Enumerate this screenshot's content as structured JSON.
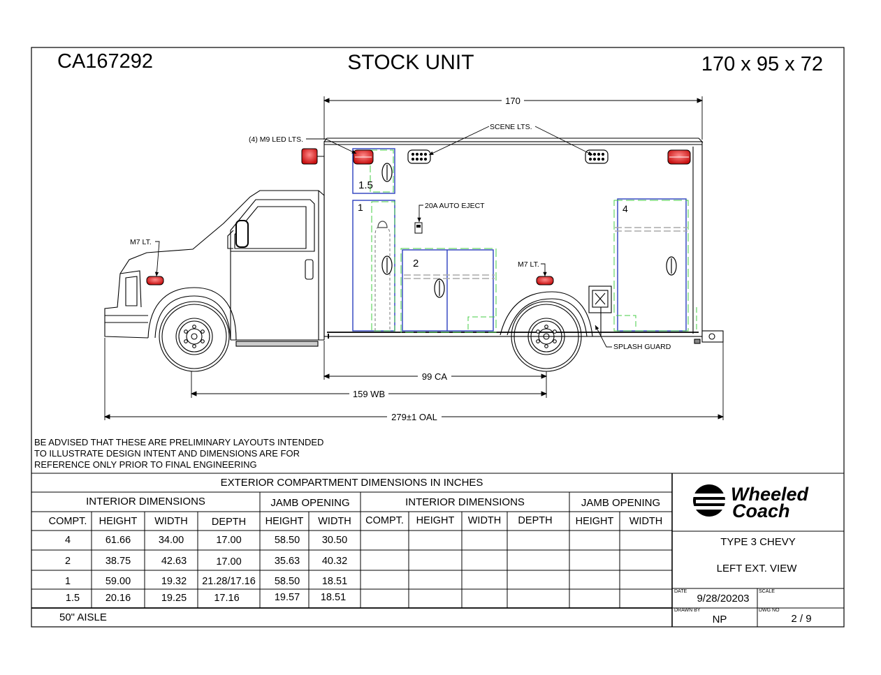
{
  "header": {
    "unit_id": "CA167292",
    "unit_type": "STOCK UNIT",
    "body_size": "170 x 95 x 72"
  },
  "dimensions": {
    "body_length": "170",
    "cab_to_axle": "99 CA",
    "wheelbase": "159 WB",
    "overall_length": "279±1 OAL"
  },
  "callouts": {
    "m9_lights": "(4) M9 LED LTS.",
    "scene_lights": "SCENE LTS.",
    "auto_eject": "20A AUTO EJECT",
    "m7_front": "M7 LT.",
    "m7_rear": "M7 LT.",
    "splash_guard": "SPLASH GUARD"
  },
  "compartment_labels": [
    "1.5",
    "1",
    "2",
    "4"
  ],
  "disclaimer": [
    "BE ADVISED THAT THESE ARE PRELIMINARY LAYOUTS INTENDED",
    "TO ILLUSTRATE DESIGN INTENT AND DIMENSIONS  ARE FOR",
    "REFERENCE ONLY PRIOR TO FINAL ENGINEERING"
  ],
  "table": {
    "title": "EXTERIOR COMPARTMENT DIMENSIONS IN INCHES",
    "group_headers": [
      "INTERIOR DIMENSIONS",
      "JAMB OPENING",
      "INTERIOR DIMENSIONS",
      "JAMB OPENING"
    ],
    "left_columns": [
      "COMPT.",
      "HEIGHT",
      "WIDTH",
      "DEPTH",
      "HEIGHT",
      "WIDTH"
    ],
    "right_columns": [
      "COMPT.",
      "HEIGHT",
      "WIDTH",
      "DEPTH",
      "HEIGHT",
      "WIDTH"
    ],
    "rows": [
      [
        "4",
        "61.66",
        "34.00",
        "17.00",
        "58.50",
        "30.50"
      ],
      [
        "2",
        "38.75",
        "42.63",
        "17.00",
        "35.63",
        "40.32"
      ],
      [
        "1",
        "59.00",
        "19.32",
        "21.28/17.16",
        "58.50",
        "18.51"
      ],
      [
        "1.5",
        "20.16",
        "19.25",
        "17.16",
        "19.57",
        "18.51"
      ]
    ],
    "footer_note": "50\" AISLE"
  },
  "title_block": {
    "brand_line1": "Wheeled",
    "brand_line2": "Coach",
    "description_line1": "TYPE 3 CHEVY",
    "description_line2": "LEFT EXT. VIEW",
    "date_label": "DATE",
    "date": "9/28/20203",
    "scale_label": "SCALE",
    "scale": "",
    "drawn_by_label": "DRAWN BY",
    "drawn_by": "NP",
    "dwg_no_label": "DWG NO",
    "dwg_no": "2 / 9"
  },
  "colors": {
    "ink": "#000000",
    "compartment_blue": "#2a3fbf",
    "compartment_green": "#44cc44",
    "marker_red": "#d81e1e"
  }
}
